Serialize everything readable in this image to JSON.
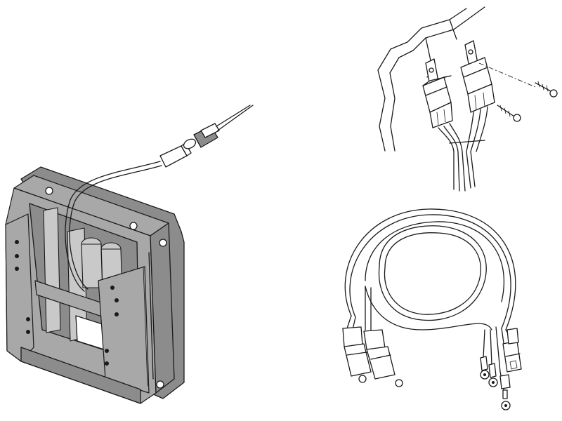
{
  "figure": {
    "parts": [
      {
        "id": "mounting-bracket",
        "depicts": "mounting-bracket-illustration"
      },
      {
        "id": "relay-installation",
        "depicts": "relay-on-panel-illustration"
      },
      {
        "id": "wiring-harness",
        "depicts": "coiled-wiring-harness-illustration"
      }
    ],
    "colors": {
      "line": "#1a1a1a",
      "metal": "#a8a8a8",
      "metal_dark": "#8c8c8c",
      "metal_light": "#c9c9c9",
      "background": "#ffffff"
    }
  }
}
